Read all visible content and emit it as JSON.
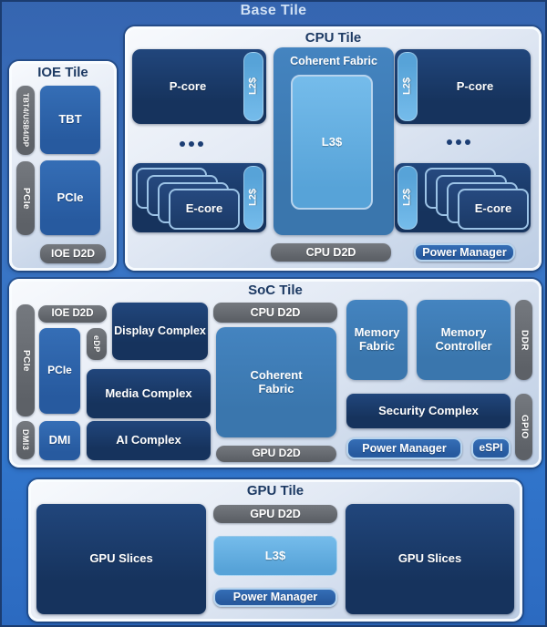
{
  "colors": {
    "bg-top": "#3565b0",
    "bg-mid": "#3b74c3",
    "bg-low": "#3277cd",
    "bg-bottom": "#2c6ac0",
    "panel-top": "#f8fafd",
    "panel-bottom": "#bccde4",
    "navy": "#16335d",
    "blue": "#275a9f",
    "steel": "#3a76ad",
    "sky": "#57a3d8",
    "gray": "#5d6167",
    "title": "#1d3a63",
    "base-title": "#cfe0f4",
    "dots": "#1c3e74"
  },
  "base": {
    "title": "Base Tile"
  },
  "ioe": {
    "title": "IOE Tile",
    "tbt4_strip": "TBT4/USB4/DP",
    "pcie_strip": "PCIe",
    "tbt": "TBT",
    "pcie": "PCIe",
    "d2d": "IOE D2D"
  },
  "cpu": {
    "title": "CPU Tile",
    "p_core": "P-core",
    "e_core": "E-core",
    "l2": "L2$",
    "l3": "L3$",
    "coherent_fabric": "Coherent Fabric",
    "d2d": "CPU D2D",
    "power_manager": "Power Manager"
  },
  "soc": {
    "title": "SoC Tile",
    "ioe_d2d": "IOE D2D",
    "cpu_d2d": "CPU D2D",
    "gpu_d2d": "GPU D2D",
    "pcie_strip": "PCIe",
    "dmi3_strip": "DMI3",
    "pcie": "PCIe",
    "edp": "eDP",
    "dmi": "DMI",
    "display_complex": "Display Complex",
    "media_complex": "Media Complex",
    "ai_complex": "AI Complex",
    "coherent_fabric": "Coherent Fabric",
    "memory_fabric": "Memory Fabric",
    "memory_controller": "Memory Controller",
    "ddr": "DDR",
    "security_complex": "Security Complex",
    "power_manager": "Power Manager",
    "espi": "eSPI",
    "gpio": "GPIO"
  },
  "gpu": {
    "title": "GPU Tile",
    "slices": "GPU Slices",
    "d2d": "GPU D2D",
    "l3": "L3$",
    "power_manager": "Power Manager"
  }
}
